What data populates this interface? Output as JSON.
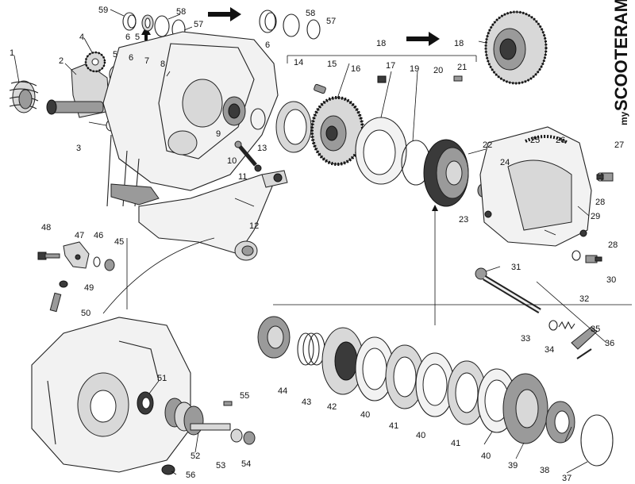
{
  "brand": {
    "prefix": "my",
    "name": "SCOOTERAMA"
  },
  "labels": [
    {
      "id": "59",
      "text": "59"
    },
    {
      "id": "6a",
      "text": "6"
    },
    {
      "id": "5a",
      "text": "5"
    },
    {
      "id": "58a",
      "text": "58"
    },
    {
      "id": "57a",
      "text": "57"
    },
    {
      "id": "6b",
      "text": "6"
    },
    {
      "id": "58b",
      "text": "58"
    },
    {
      "id": "57b",
      "text": "57"
    },
    {
      "id": "18a",
      "text": "18"
    },
    {
      "id": "18b",
      "text": "18"
    },
    {
      "id": "1",
      "text": "1"
    },
    {
      "id": "2",
      "text": "2"
    },
    {
      "id": "3",
      "text": "3"
    },
    {
      "id": "4",
      "text": "4"
    },
    {
      "id": "5b",
      "text": "5"
    },
    {
      "id": "6c",
      "text": "6"
    },
    {
      "id": "7",
      "text": "7"
    },
    {
      "id": "8",
      "text": "8"
    },
    {
      "id": "9",
      "text": "9"
    },
    {
      "id": "10",
      "text": "10"
    },
    {
      "id": "11",
      "text": "11"
    },
    {
      "id": "12",
      "text": "12"
    },
    {
      "id": "13",
      "text": "13"
    },
    {
      "id": "14",
      "text": "14"
    },
    {
      "id": "15",
      "text": "15"
    },
    {
      "id": "16",
      "text": "16"
    },
    {
      "id": "17",
      "text": "17"
    },
    {
      "id": "19",
      "text": "19"
    },
    {
      "id": "20",
      "text": "20"
    },
    {
      "id": "21",
      "text": "21"
    },
    {
      "id": "22",
      "text": "22"
    },
    {
      "id": "23",
      "text": "23"
    },
    {
      "id": "24",
      "text": "24"
    },
    {
      "id": "25",
      "text": "25"
    },
    {
      "id": "26",
      "text": "26"
    },
    {
      "id": "27",
      "text": "27"
    },
    {
      "id": "28a",
      "text": "28"
    },
    {
      "id": "28b",
      "text": "28"
    },
    {
      "id": "29",
      "text": "29"
    },
    {
      "id": "30",
      "text": "30"
    },
    {
      "id": "31",
      "text": "31"
    },
    {
      "id": "32",
      "text": "32"
    },
    {
      "id": "33",
      "text": "33"
    },
    {
      "id": "34",
      "text": "34"
    },
    {
      "id": "35",
      "text": "35"
    },
    {
      "id": "36",
      "text": "36"
    },
    {
      "id": "37",
      "text": "37"
    },
    {
      "id": "38",
      "text": "38"
    },
    {
      "id": "39",
      "text": "39"
    },
    {
      "id": "40a",
      "text": "40"
    },
    {
      "id": "40b",
      "text": "40"
    },
    {
      "id": "40c",
      "text": "40"
    },
    {
      "id": "41a",
      "text": "41"
    },
    {
      "id": "41b",
      "text": "41"
    },
    {
      "id": "42",
      "text": "42"
    },
    {
      "id": "43",
      "text": "43"
    },
    {
      "id": "44",
      "text": "44"
    },
    {
      "id": "45",
      "text": "45"
    },
    {
      "id": "46",
      "text": "46"
    },
    {
      "id": "47",
      "text": "47"
    },
    {
      "id": "48",
      "text": "48"
    },
    {
      "id": "49",
      "text": "49"
    },
    {
      "id": "50",
      "text": "50"
    },
    {
      "id": "51",
      "text": "51"
    },
    {
      "id": "52",
      "text": "52"
    },
    {
      "id": "53",
      "text": "53"
    },
    {
      "id": "54",
      "text": "54"
    },
    {
      "id": "55",
      "text": "55"
    },
    {
      "id": "56",
      "text": "56"
    }
  ]
}
